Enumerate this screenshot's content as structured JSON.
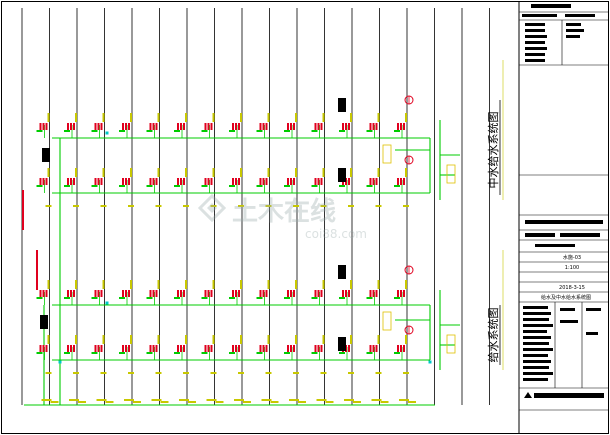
{
  "drawing": {
    "upper_title": "中水给水系统图",
    "lower_title": "给水系统图",
    "watermark_main": "土木在线",
    "watermark_sub": "coi88.com"
  },
  "title_block": {
    "field_a": "水施-03",
    "field_b": "1:100",
    "field_c": "2018-3-15",
    "drawing_name": "给水及中水给水系统图"
  },
  "colors": {
    "pipe": "#00cc00",
    "label": "#c8c800",
    "fixture": "#e0001e",
    "frame": "#000000",
    "cyan": "#00c8c8"
  }
}
